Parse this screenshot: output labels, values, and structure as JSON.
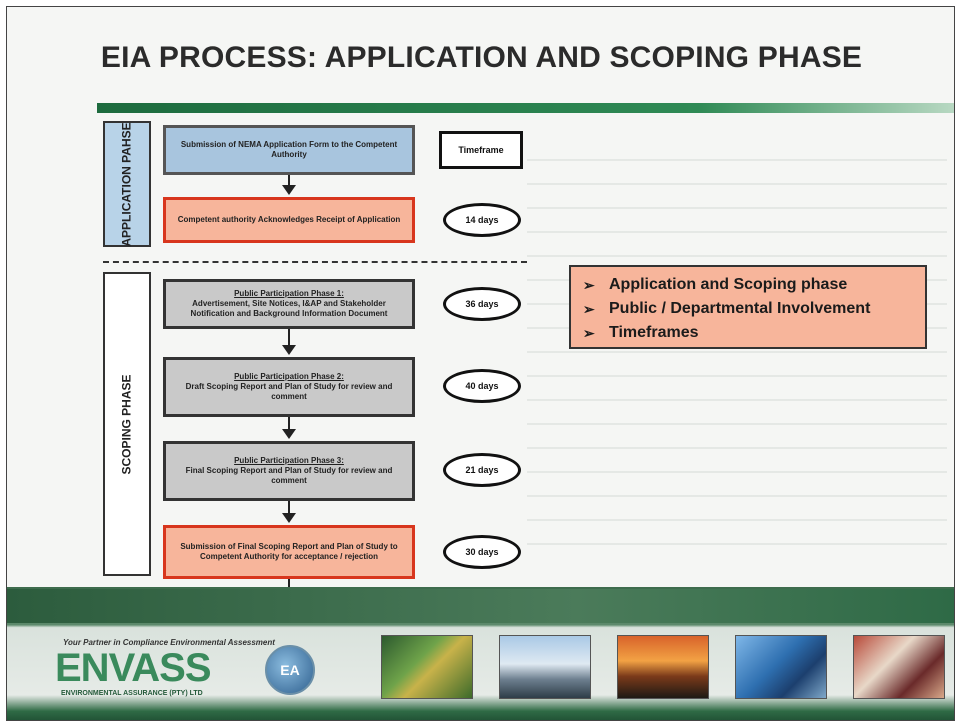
{
  "title": "EIA PROCESS: APPLICATION AND SCOPING PHASE",
  "flowchart": {
    "phases": {
      "application": "APPLICATION PAHSE",
      "scoping": "SCOPING PHASE"
    },
    "timeframe_header": "Timeframe",
    "steps": [
      {
        "heading": "",
        "text": "Submission of NEMA Application Form to the Competent Authority"
      },
      {
        "heading": "",
        "text": "Competent authority Acknowledges Receipt of Application"
      },
      {
        "heading": "Public Participation Phase 1:",
        "text": "Advertisement, Site Notices, I&AP and Stakeholder Notification and Background Information Document"
      },
      {
        "heading": "Public Participation Phase 2:",
        "text": "Draft Scoping Report and Plan of Study for review and comment"
      },
      {
        "heading": "Public Participation Phase 3:",
        "text": "Final Scoping Report and Plan of Study for review and comment"
      },
      {
        "heading": "",
        "text": "Submission of Final Scoping Report and Plan of Study to Competent Authority for acceptance / rejection"
      }
    ],
    "durations": [
      "14 days",
      "36 days",
      "40 days",
      "21 days",
      "30 days"
    ]
  },
  "summary": {
    "bullets": [
      "Application and Scoping  phase",
      "Public / Departmental Involvement",
      "Timeframes"
    ]
  },
  "footer": {
    "tagline": "Your Partner in Compliance Environmental Assessment",
    "logo_text": "ENVASS",
    "logo_sub": "ENVIRONMENTAL ASSURANCE (PTY) LTD",
    "logo_badge": "EA"
  },
  "colors": {
    "accent_green": "#2f8a55",
    "salmon": "#f7b59b",
    "blue_box": "#a8c5de",
    "grey_box": "#c9c9c9",
    "red_border": "#d8361d"
  },
  "icons": [
    "arrow-right-bullet-icon",
    "down-arrow-icon"
  ]
}
